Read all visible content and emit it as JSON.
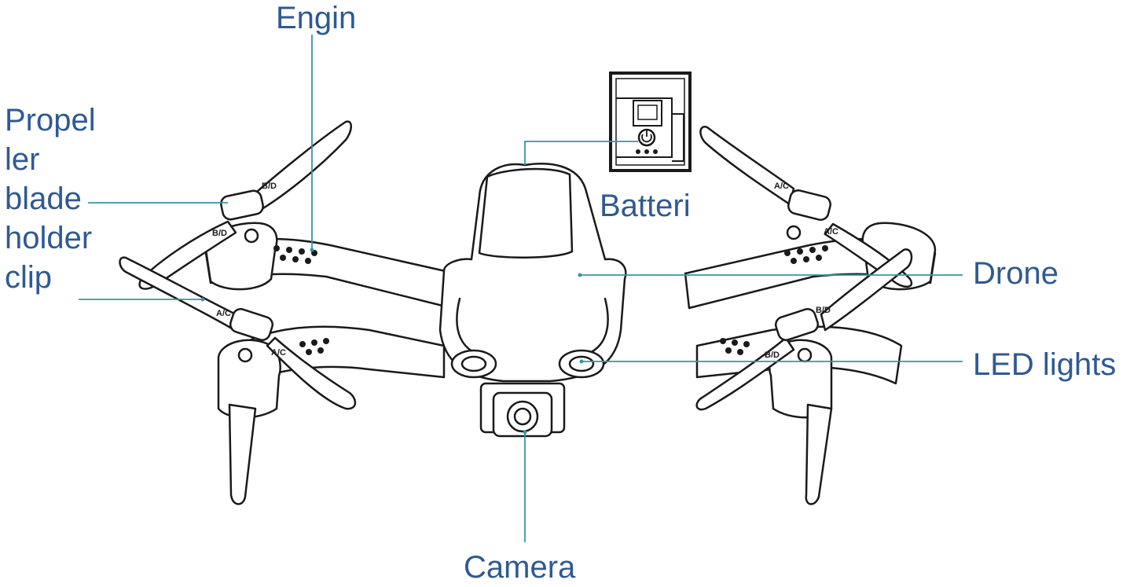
{
  "colors": {
    "label": "#2f5a92",
    "leader_line": "#3a94a6",
    "outline": "#1a1a1a",
    "body_fill": "#ffffff"
  },
  "labels": {
    "engine": "Engin",
    "battery": "Batteri",
    "drone": "Drone",
    "led_lights": "LED lights",
    "camera": "Camera",
    "propeller_clip_lines": [
      "Propel",
      "ler",
      "blade",
      "holder",
      "clip"
    ]
  },
  "blade_marks": {
    "top_left_blade": "B/D",
    "top_left_hub": "B/D",
    "bottom_left_blade": "A/C",
    "bottom_left_hub": "A/C",
    "top_right_blade": "A/C",
    "top_right_hub": "A/C",
    "bottom_right_blade": "B/D",
    "bottom_right_hub": "B/D"
  },
  "icons": {
    "battery_inset": "battery-power-button-icon"
  }
}
